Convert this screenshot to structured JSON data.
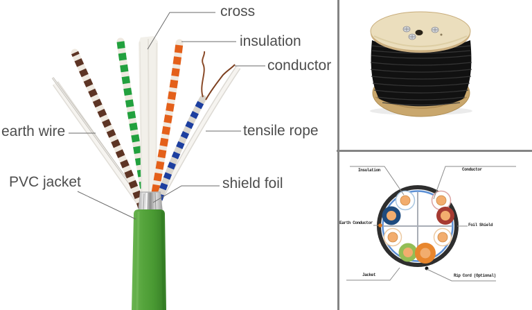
{
  "left_panel": {
    "name": "stripped-cable-photo",
    "labels": {
      "cross": "cross",
      "insulation": "insulation",
      "conductor": "conductor",
      "earth_wire": "earth wire",
      "tensile_rope": "tensile rope",
      "pvc_jacket": "PVC jacket",
      "shield_foil": "shield foil"
    }
  },
  "top_right_panel": {
    "name": "cable-spool-photo"
  },
  "bottom_right_panel": {
    "name": "cable-cross-section-diagram",
    "labels": {
      "insulation": "Insulation",
      "conductor": "Conductor",
      "earth_conductor": "Earth Conductor",
      "foil_shield": "Foil Shield",
      "jacket": "Jacket",
      "rip_cord": "Rip Cord (Optional)"
    }
  },
  "colors": {
    "jacket_green": "#4f9e3a",
    "pair_brown": "#5d3424",
    "pair_green": "#22a13e",
    "pair_orange": "#e4601a",
    "pair_blue": "#1d3fa0",
    "foil_silver": "#c9c9c9",
    "cross_section_outer_ring": "#2e2e2e",
    "cross_section_foil_ring": "#5b8fd4",
    "conductor_center": "#f2ad6e",
    "wire_red": "#a63a31",
    "wire_navy": "#1e4b7e",
    "wire_lime": "#93bd55",
    "wire_orange": "#e8862d",
    "earth_dot_orange": "#e07a1e",
    "rip_cord_dot": "#101010",
    "spool_wood": "#ebdebd",
    "spool_flange": "#c9a76d",
    "spool_cable_black": "#111111",
    "divider_gray": "#848484",
    "label_text": "#4d4d4d"
  }
}
